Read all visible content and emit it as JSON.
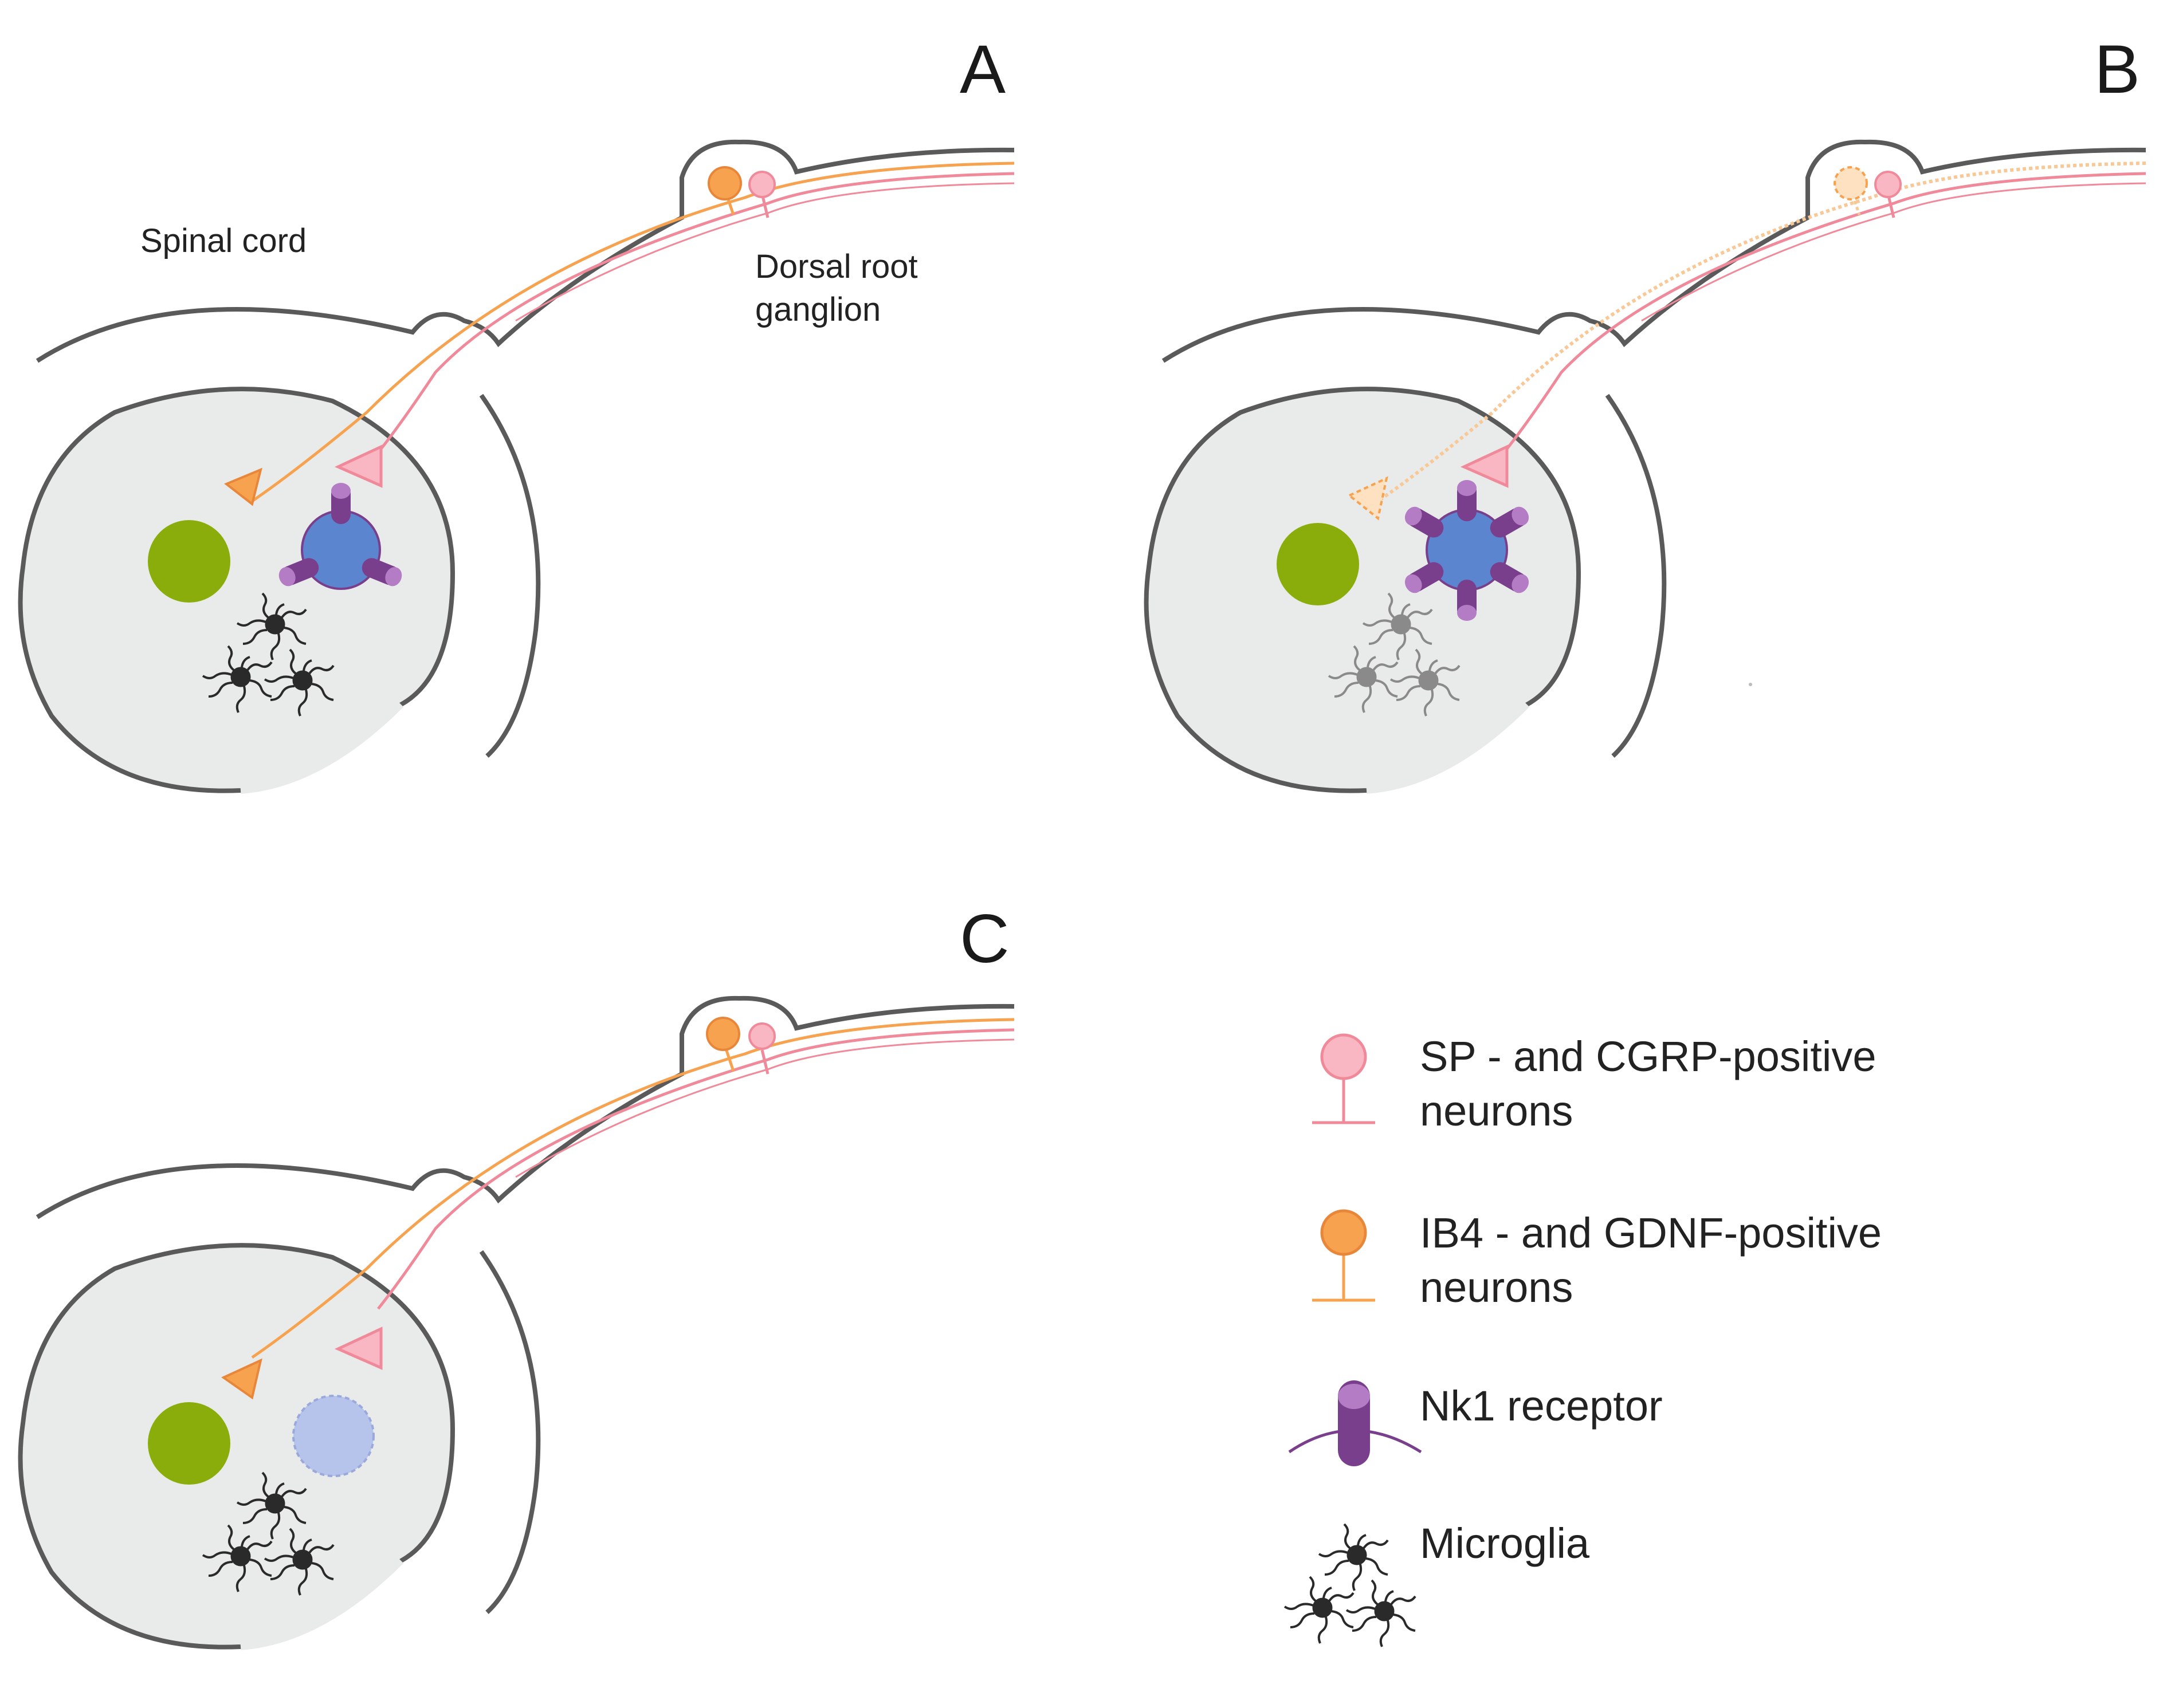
{
  "panels": [
    {
      "letter": "A",
      "state": "normal"
    },
    {
      "letter": "B",
      "state": "ib4-dashed"
    },
    {
      "letter": "C",
      "state": "target-faded"
    }
  ],
  "anatomy": {
    "spinal_cord": "Spinal cord",
    "drg_line1": "Dorsal root",
    "drg_line2": "ganglion"
  },
  "legend": {
    "sp_line1": "SP - and CGRP-positive",
    "sp_line2": "neurons",
    "ib4_line1": "IB4 - and GDNF-positive",
    "ib4_line2": "neurons",
    "nk1": "Nk1 receptor",
    "microglia": "Microglia"
  },
  "colors": {
    "sp_pink": "#f08a9a",
    "ib4_orange": "#f6a24e",
    "nk1_purple": "#7a3f8c",
    "target_blue": "#5b86cf",
    "green_cell": "#8aad0b",
    "gray_matter": "#e9ebea",
    "outline": "#5a5a5a",
    "microglia": "#2a2a2a"
  }
}
